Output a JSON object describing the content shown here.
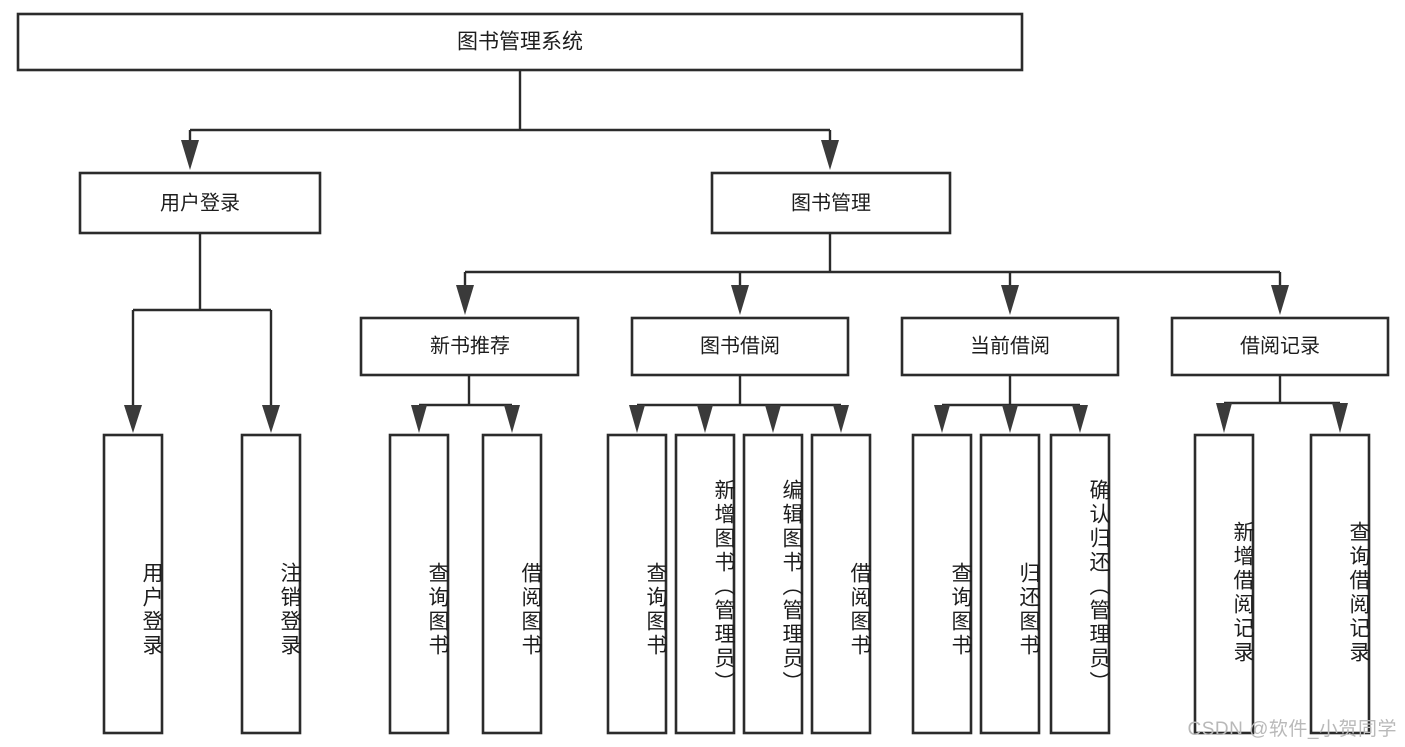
{
  "diagram": {
    "title": "图书管理系统",
    "watermark": "CSDN @软件_小贺同学",
    "levels": {
      "root": {
        "label": "图书管理系统"
      },
      "level2": [
        {
          "id": "user-login",
          "label": "用户登录"
        },
        {
          "id": "book-manage",
          "label": "图书管理"
        }
      ],
      "level3": [
        {
          "id": "new-book-recommend",
          "label": "新书推荐"
        },
        {
          "id": "book-borrow",
          "label": "图书借阅"
        },
        {
          "id": "current-borrow",
          "label": "当前借阅"
        },
        {
          "id": "borrow-record",
          "label": "借阅记录"
        }
      ],
      "leaves": {
        "user_login": [
          {
            "id": "leaf-user-login",
            "label": "用户登录"
          },
          {
            "id": "leaf-logout-login",
            "label": "注销登录"
          }
        ],
        "new_book_recommend": [
          {
            "id": "leaf-query-book-1",
            "label": "查询图书"
          },
          {
            "id": "leaf-borrow-book-1",
            "label": "借阅图书"
          }
        ],
        "book_borrow": [
          {
            "id": "leaf-query-book-2",
            "label": "查询图书"
          },
          {
            "id": "leaf-add-book",
            "label": "新增图书（管理员）"
          },
          {
            "id": "leaf-edit-book",
            "label": "编辑图书（管理员）"
          },
          {
            "id": "leaf-borrow-book-2",
            "label": "借阅图书"
          }
        ],
        "current_borrow": [
          {
            "id": "leaf-query-book-3",
            "label": "查询图书"
          },
          {
            "id": "leaf-return-book",
            "label": "归还图书"
          },
          {
            "id": "leaf-confirm-return",
            "label": "确认归还（管理员）"
          }
        ],
        "borrow_record": [
          {
            "id": "leaf-add-record",
            "label": "新增借阅记录"
          },
          {
            "id": "leaf-query-record",
            "label": "查询借阅记录"
          }
        ]
      }
    },
    "colors": {
      "box_stroke": "#2b2b2b",
      "connector": "#2b2b2b",
      "arrow": "#3a3a3a",
      "text": "#1d1d1d",
      "background": "#ffffff",
      "watermark": "#b9b9b9"
    }
  }
}
